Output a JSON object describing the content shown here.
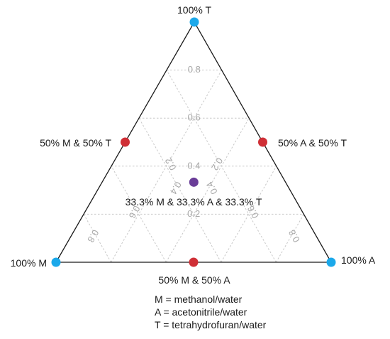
{
  "vertices": {
    "top": {
      "label": "100% T",
      "color": "#1ba8ea"
    },
    "left": {
      "label": "100% M",
      "color": "#1ba8ea"
    },
    "right": {
      "label": "100% A",
      "color": "#1ba8ea"
    }
  },
  "midpoints": {
    "left": {
      "label": "50% M & 50% T",
      "color": "#cf2f36"
    },
    "right": {
      "label": "50% A & 50% T",
      "color": "#cf2f36"
    },
    "bottom": {
      "label": "50% M & 50% A",
      "color": "#cf2f36"
    }
  },
  "center": {
    "label": "33.3% M & 33.3% A & 33.3% T",
    "color": "#6a3d98"
  },
  "ticks": {
    "T": [
      "0.2",
      "0.4",
      "0.6",
      "0.8"
    ],
    "M": [
      "0.2",
      "0.4",
      "0.6",
      "0.8"
    ],
    "A": [
      "0.2",
      "0.4",
      "0.6",
      "0.8"
    ]
  },
  "legend": [
    "M = methanol/water",
    "A = acetonitrile/water",
    "T = tetrahydrofuran/water"
  ],
  "colors": {
    "edge": "#1a1a1a",
    "grid": "#c8c8c8",
    "tick": "#a8a8a8"
  }
}
